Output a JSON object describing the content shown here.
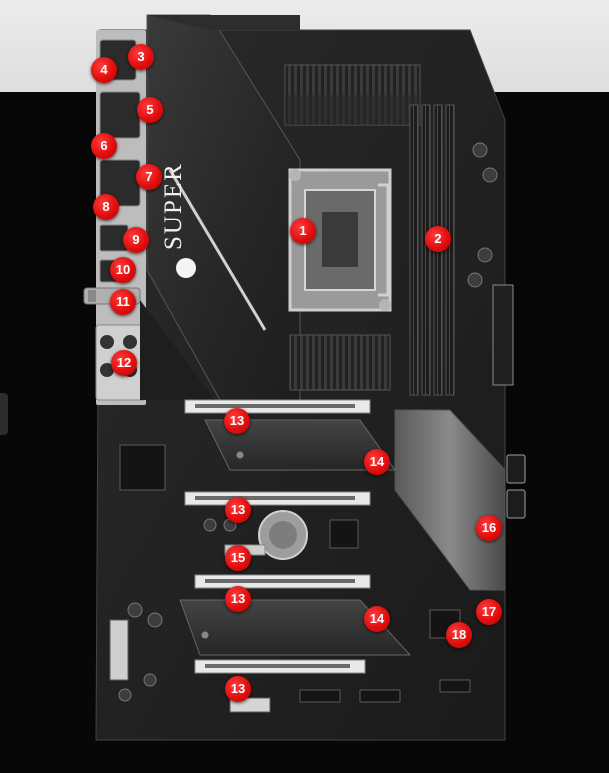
{
  "brand": {
    "logo_text": "SUPER",
    "logo_color": "#f2f2f2"
  },
  "marker_color": "#e10e0e",
  "markers": [
    "1",
    "2",
    "3",
    "4",
    "5",
    "6",
    "7",
    "8",
    "9",
    "10",
    "11",
    "12",
    "13",
    "13",
    "13",
    "13",
    "14",
    "14",
    "15",
    "16",
    "17",
    "18"
  ]
}
